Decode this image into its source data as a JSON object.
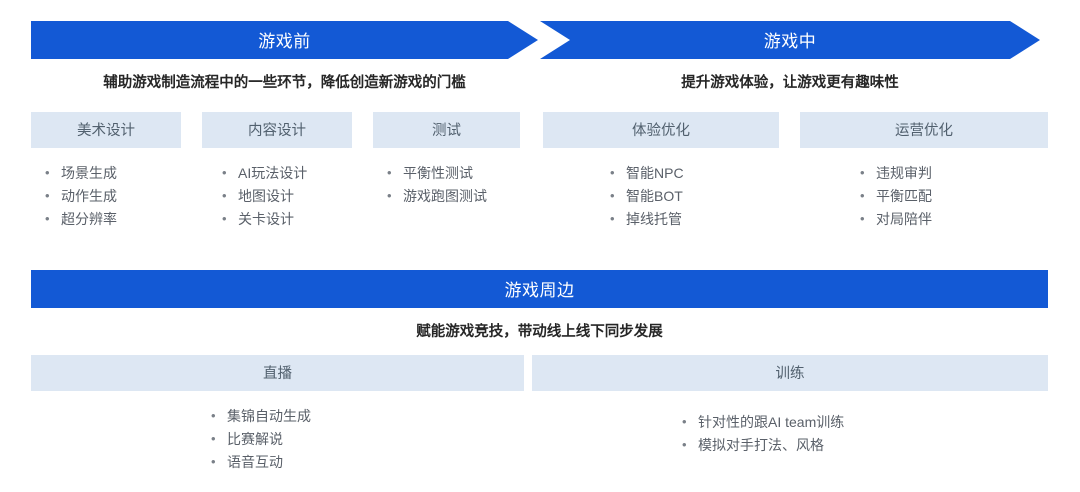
{
  "theme": {
    "banner_blue": "#1359d5",
    "card_header_fill": "#dde7f3",
    "banner_text": "#ffffff",
    "subtitle_text": "#262626",
    "body_text": "#5a6069"
  },
  "sections": [
    {
      "id": "pre-game",
      "banner_label": "游戏前",
      "banner_shape": "arrow-right",
      "subtitle": "辅助游戏制造流程中的一些环节，降低创造新游戏的门槛",
      "cards": [
        {
          "title": "美术设计",
          "items": [
            "场景生成",
            "动作生成",
            "超分辨率"
          ]
        },
        {
          "title": "内容设计",
          "items": [
            "AI玩法设计",
            "地图设计",
            "关卡设计"
          ]
        },
        {
          "title": "测试",
          "items": [
            "平衡性测试",
            "游戏跑图测试"
          ]
        }
      ]
    },
    {
      "id": "in-game",
      "banner_label": "游戏中",
      "banner_shape": "chevron",
      "subtitle": "提升游戏体验，让游戏更有趣味性",
      "cards": [
        {
          "title": "体验优化",
          "items": [
            "智能NPC",
            "智能BOT",
            "掉线托管"
          ]
        },
        {
          "title": "运营优化",
          "items": [
            "违规审判",
            "平衡匹配",
            "对局陪伴"
          ]
        }
      ]
    },
    {
      "id": "around-game",
      "banner_label": "游戏周边",
      "banner_shape": "rectangle",
      "subtitle": "赋能游戏竞技，带动线上线下同步发展",
      "cards": [
        {
          "title": "直播",
          "items": [
            "集锦自动生成",
            "比赛解说",
            "语音互动"
          ]
        },
        {
          "title": "训练",
          "items": [
            "针对性的跟AI team训练",
            "模拟对手打法、风格"
          ]
        }
      ]
    }
  ]
}
